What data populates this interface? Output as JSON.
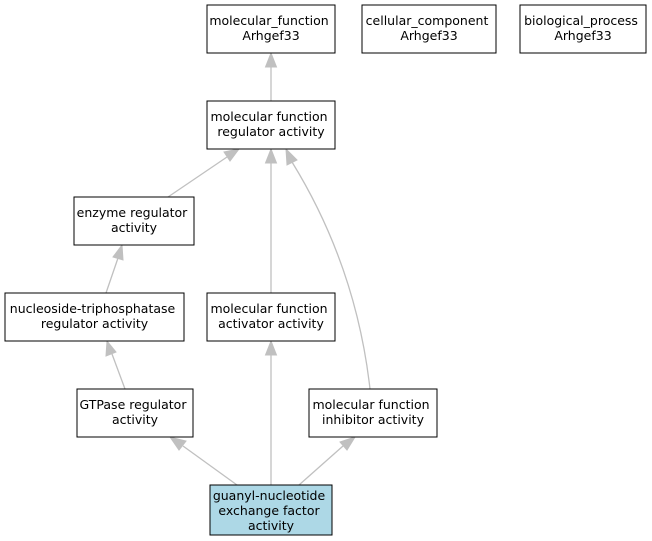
{
  "colors": {
    "highlight_fill": "#add8e6",
    "edge_color": "#c0c0c0",
    "node_border": "#000000"
  },
  "nodes": {
    "mf_root": [
      "molecular_function",
      "Arhgef33"
    ],
    "cc_root": [
      "cellular_component",
      "Arhgef33"
    ],
    "bp_root": [
      "biological_process",
      "Arhgef33"
    ],
    "mf_regulator": [
      "molecular function",
      "regulator activity"
    ],
    "enzyme_regulator": [
      "enzyme regulator",
      "activity"
    ],
    "ntpase_regulator": [
      "nucleoside-triphosphatase",
      "regulator activity"
    ],
    "mf_activator": [
      "molecular function",
      "activator activity"
    ],
    "gtpase_regulator": [
      "GTPase regulator",
      "activity"
    ],
    "mf_inhibitor": [
      "molecular function",
      "inhibitor activity"
    ],
    "gnef": [
      "guanyl-nucleotide",
      "exchange factor",
      "activity"
    ]
  }
}
